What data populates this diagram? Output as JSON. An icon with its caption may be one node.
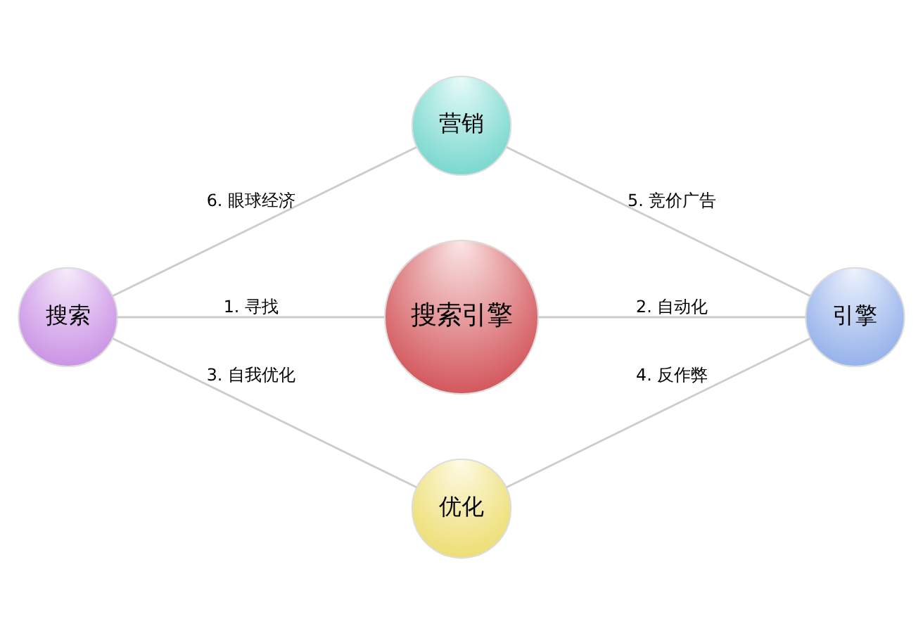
{
  "diagram": {
    "nodes": [
      {
        "text": [
          "营销"
        ]
      },
      {
        "text": [
          "搜索"
        ]
      },
      {
        "text": [
          "搜索引擎"
        ]
      },
      {
        "text": [
          "引擎"
        ]
      },
      {
        "text": [
          "优化"
        ]
      }
    ],
    "edges": [
      {
        "from": 1,
        "to": 2,
        "arrow": "none",
        "label": "1. 寻找"
      },
      {
        "from": 2,
        "to": 3,
        "arrow": "none",
        "label": "2. 自动化"
      },
      {
        "from": 1,
        "to": 4,
        "arrow": "none",
        "label": "3. 自我优化"
      },
      {
        "from": 4,
        "to": 3,
        "arrow": "none",
        "label": "4. 反作弊"
      },
      {
        "from": 0,
        "to": 3,
        "arrow": "none",
        "label": "5. 竞价广告"
      },
      {
        "from": 1,
        "to": 0,
        "arrow": "none",
        "label": "6. 眼球经济"
      }
    ]
  }
}
